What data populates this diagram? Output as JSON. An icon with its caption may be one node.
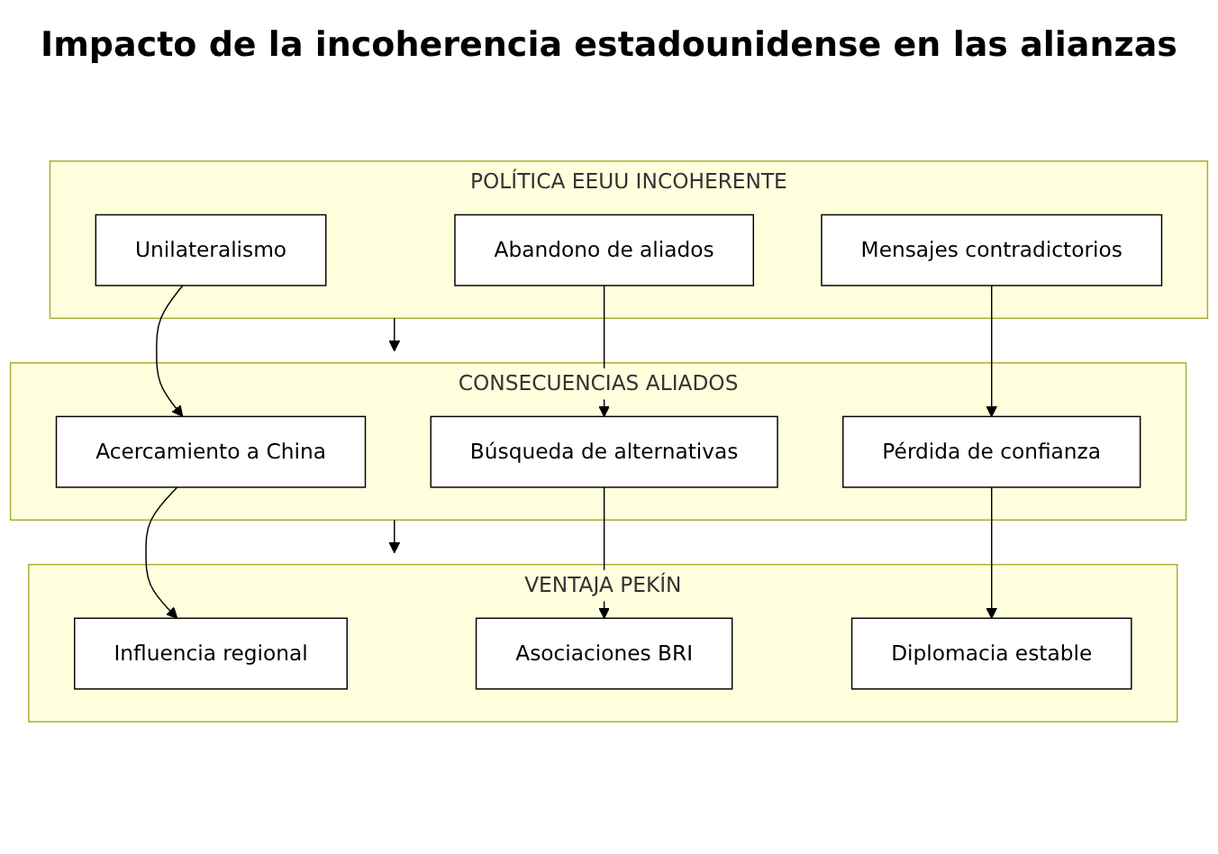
{
  "diagram": {
    "title": "Impacto de la incoherencia estadounidense en las alianzas",
    "nodes": [
      {
        "text": [
          "POLÍTICA EEUU INCOHERENTE"
        ]
      },
      {
        "text": [
          "Unilateralismo"
        ],
        "in": 0
      },
      {
        "text": [
          "Abandono de aliados"
        ],
        "in": 0
      },
      {
        "text": [
          "Mensajes contradictorios"
        ],
        "in": 0
      },
      {
        "text": [
          "CONSECUENCIAS ALIADOS"
        ]
      },
      {
        "text": [
          "Acercamiento a China"
        ],
        "in": 4
      },
      {
        "text": [
          "Búsqueda de alternativas"
        ],
        "in": 4
      },
      {
        "text": [
          "Pérdida de confianza"
        ],
        "in": 4
      },
      {
        "text": [
          "VENTAJA PEKÍN"
        ]
      },
      {
        "text": [
          "Influencia regional"
        ],
        "in": 8
      },
      {
        "text": [
          "Asociaciones BRI"
        ],
        "in": 8
      },
      {
        "text": [
          "Diplomacia estable"
        ],
        "in": 8
      }
    ],
    "edges": [
      {
        "from": 0,
        "to": 4,
        "arrow": "to"
      },
      {
        "from": 4,
        "to": 8,
        "arrow": "to"
      },
      {
        "from": 1,
        "to": 5,
        "arrow": "to"
      },
      {
        "from": 2,
        "to": 6,
        "arrow": "to"
      },
      {
        "from": 3,
        "to": 7,
        "arrow": "to"
      },
      {
        "from": 5,
        "to": 9,
        "arrow": "to"
      },
      {
        "from": 6,
        "to": 10,
        "arrow": "to"
      },
      {
        "from": 7,
        "to": 11,
        "arrow": "to"
      }
    ]
  }
}
